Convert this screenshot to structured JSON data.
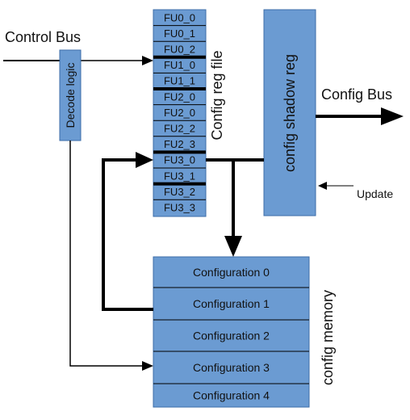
{
  "labels": {
    "control_bus": "Control Bus",
    "decode_logic": "Decode logic",
    "config_reg_file": "Config reg file",
    "config_shadow_reg": "config shadow reg",
    "config_bus": "Config Bus",
    "update": "Update",
    "config_memory": "config memory"
  },
  "registers": [
    "FU0_0",
    "FU0_1",
    "FU0_2",
    "FU1_0",
    "FU1_1",
    "FU2_0",
    "FU2_0",
    "FU2_2",
    "FU2_3",
    "FU3_0",
    "FU3_1",
    "FU3_2",
    "FU3_3"
  ],
  "memory": [
    "Configuration 0",
    "Configuration 1",
    "Configuration 2",
    "Configuration 3",
    "Configuration 4"
  ],
  "colors": {
    "box_fill": "#6b9bd2",
    "box_stroke": "#3e6ea8",
    "line": "#000000"
  }
}
